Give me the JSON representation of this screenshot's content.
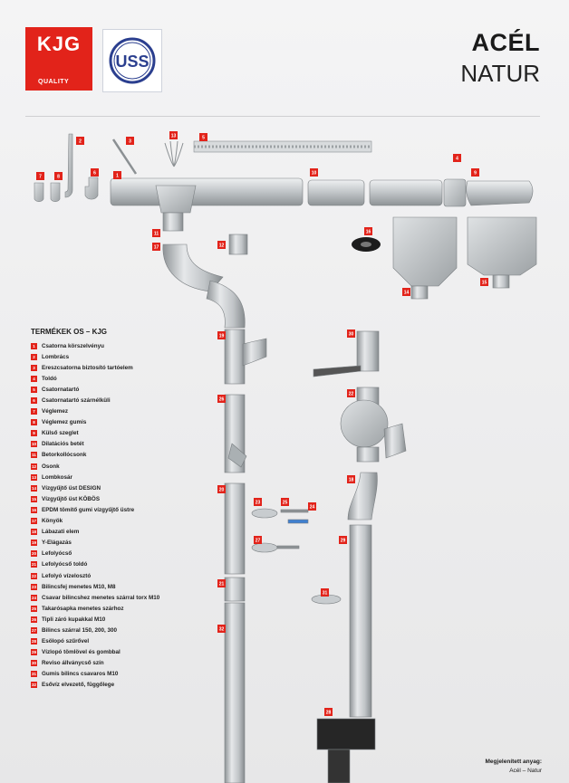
{
  "brand": {
    "kjg_text": "KJG",
    "kjg_quality": "QUALITY",
    "uss_text": "USS"
  },
  "header": {
    "title": "ACÉL",
    "subtitle": "NATUR"
  },
  "products": {
    "heading": "TERMÉKEK OS – KJG",
    "items": [
      {
        "num": "1",
        "label": "Csatorna körszelvényu"
      },
      {
        "num": "2",
        "label": "Lombrács"
      },
      {
        "num": "3",
        "label": "Ereszcsatorna biztosító tartóelem"
      },
      {
        "num": "4",
        "label": "Toldó"
      },
      {
        "num": "5",
        "label": "Csatornatartó"
      },
      {
        "num": "6",
        "label": "Csatornatartó szárnélküli"
      },
      {
        "num": "7",
        "label": "Véglemez"
      },
      {
        "num": "8",
        "label": "Véglemez gumis"
      },
      {
        "num": "9",
        "label": "Külső szeglet"
      },
      {
        "num": "10",
        "label": "Dilatációs betét"
      },
      {
        "num": "11",
        "label": "Betorkollócsonk"
      },
      {
        "num": "12",
        "label": "Osonk"
      },
      {
        "num": "13",
        "label": "Lombkosár"
      },
      {
        "num": "14",
        "label": "Vízgyűjtő üst DESIGN"
      },
      {
        "num": "15",
        "label": "Vízgyűjtő üst KÖBÖS"
      },
      {
        "num": "16",
        "label": "EPDM tömítő gumi vízgyűjtő üstre"
      },
      {
        "num": "17",
        "label": "Könyök"
      },
      {
        "num": "18",
        "label": "Lábazati elem"
      },
      {
        "num": "19",
        "label": "Y-Elágazás"
      },
      {
        "num": "20",
        "label": "Lefolyócső"
      },
      {
        "num": "21",
        "label": "Lefolyócső toldó"
      },
      {
        "num": "22",
        "label": "Lefolyó vízelosztó"
      },
      {
        "num": "23",
        "label": "Bilincsfej menetes M10, M8"
      },
      {
        "num": "24",
        "label": "Csavar bilincshez menetes szárral torx M10"
      },
      {
        "num": "25",
        "label": "Takarósapka menetes szárhoz"
      },
      {
        "num": "26",
        "label": "Tipli záró kupakkal M10"
      },
      {
        "num": "27",
        "label": "Bilincs szárral 150, 200, 300"
      },
      {
        "num": "28",
        "label": "Esölopó szűrővel"
      },
      {
        "num": "29",
        "label": "Vízlopó tömlövel és gombbal"
      },
      {
        "num": "30",
        "label": "Reviso állványcső szín"
      },
      {
        "num": "31",
        "label": "Gumis bilincs csavaros M10"
      },
      {
        "num": "32",
        "label": "Esővíz elvezető, függőlege"
      }
    ]
  },
  "callouts": [
    "1",
    "2",
    "3",
    "4",
    "5",
    "6",
    "7",
    "8",
    "9",
    "10",
    "11",
    "12",
    "13",
    "14",
    "15",
    "16",
    "17",
    "18",
    "19",
    "20",
    "21",
    "22",
    "23",
    "24",
    "25",
    "26",
    "27",
    "28",
    "29",
    "30",
    "31",
    "32"
  ],
  "footnote": {
    "line1": "Megjelenített anyag:",
    "line2": "Acél – Natur"
  },
  "colors": {
    "brand_red": "#e2231a",
    "uss_blue": "#2b3f8f",
    "metal": "#c7cacd"
  }
}
